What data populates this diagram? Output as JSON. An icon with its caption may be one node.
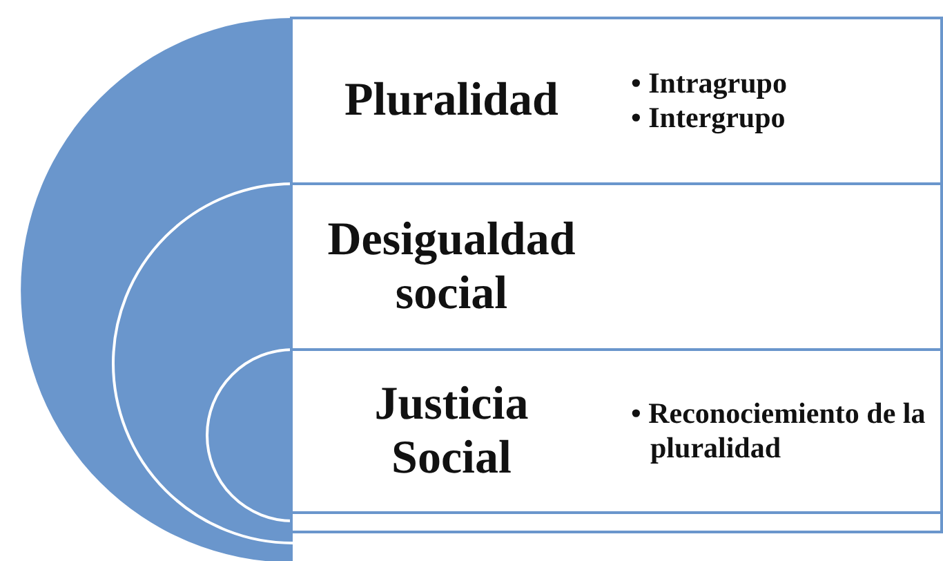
{
  "diagram": {
    "nodes": [
      {
        "text": [
          "Pluralidad",
          "• Intragrupo",
          "• Intergrupo"
        ]
      },
      {
        "text": [
          "Desigualdad social"
        ]
      },
      {
        "text": [
          "Justicia Social",
          "• Reconociemiento de la pluralidad"
        ]
      },
      {
        "text": [],
        "shape": "box"
      }
    ]
  }
}
